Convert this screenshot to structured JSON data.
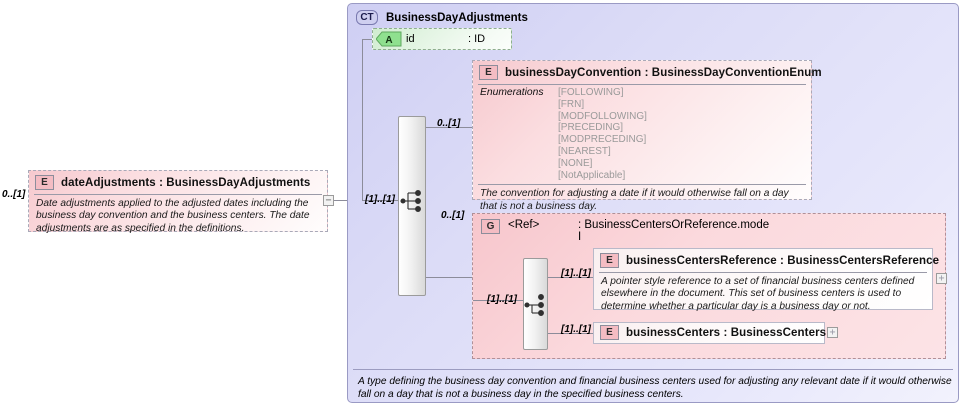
{
  "diagram": {
    "kind": "xsd-schema-diagram",
    "root_element": {
      "badge": "E",
      "title": "dateAdjustments : BusinessDayAdjustments",
      "documentation": "Date adjustments applied to the adjusted dates including the business day convention and the business centers. The date adjustments are as specified in the definitions.",
      "cardinality": "0..[1]",
      "toggle": "−",
      "toggle_name": "collapse-icon"
    },
    "container": {
      "badge": "CT",
      "title": "BusinessDayAdjustments",
      "documentation": "A type defining the business day convention and financial business centers used for adjusting any relevant date if it would otherwise fall on a day that is not a business day in the specified business centers."
    },
    "attribute": {
      "badge": "A",
      "name": "id",
      "type": ": ID"
    },
    "sequence_cardinality": "[1]..[1]",
    "children": [
      {
        "badge": "E",
        "title": "businessDayConvention : BusinessDayConventionEnum",
        "cardinality": "0..[1]",
        "enumerations_label": "Enumerations",
        "enumerations": [
          "[FOLLOWING]",
          "[FRN]",
          "[MODFOLLOWING]",
          "[PRECEDING]",
          "[MODPRECEDING]",
          "[NEAREST]",
          "[NONE]",
          "[NotApplicable]"
        ],
        "documentation": "The convention for adjusting a date if it would otherwise fall on a day that is not a business day."
      }
    ],
    "group": {
      "badge": "G",
      "ref_label": "<Ref>",
      "type": ": BusinessCentersOrReference.mode",
      "subline": "I",
      "cardinality": "0..[1]",
      "choice_cardinality": "[1]..[1]",
      "members": [
        {
          "badge": "E",
          "title": "businessCentersReference : BusinessCentersReference",
          "cardinality": "[1]..[1]",
          "documentation": "A pointer style reference to a set of financial business centers defined elsewhere in the document. This set of business centers is used to determine whether a particular day is a business day or not.",
          "toggle": "+",
          "toggle_name": "expand-icon"
        },
        {
          "badge": "E",
          "title": "businessCenters : BusinessCenters",
          "cardinality": "[1]..[1]",
          "documentation": "",
          "toggle": "+",
          "toggle_name": "expand-icon"
        }
      ]
    },
    "colors": {
      "element_pink": "#fbd9dd",
      "container_lavender": "#dcdcf7",
      "attribute_green": "#e2f4e2",
      "badge_pink": "#f4bcc3",
      "badge_green": "#8fe08f",
      "badge_ct": "#cfcff0",
      "line": "#8c8c9a",
      "enum_text": "#9a9a9a"
    }
  }
}
